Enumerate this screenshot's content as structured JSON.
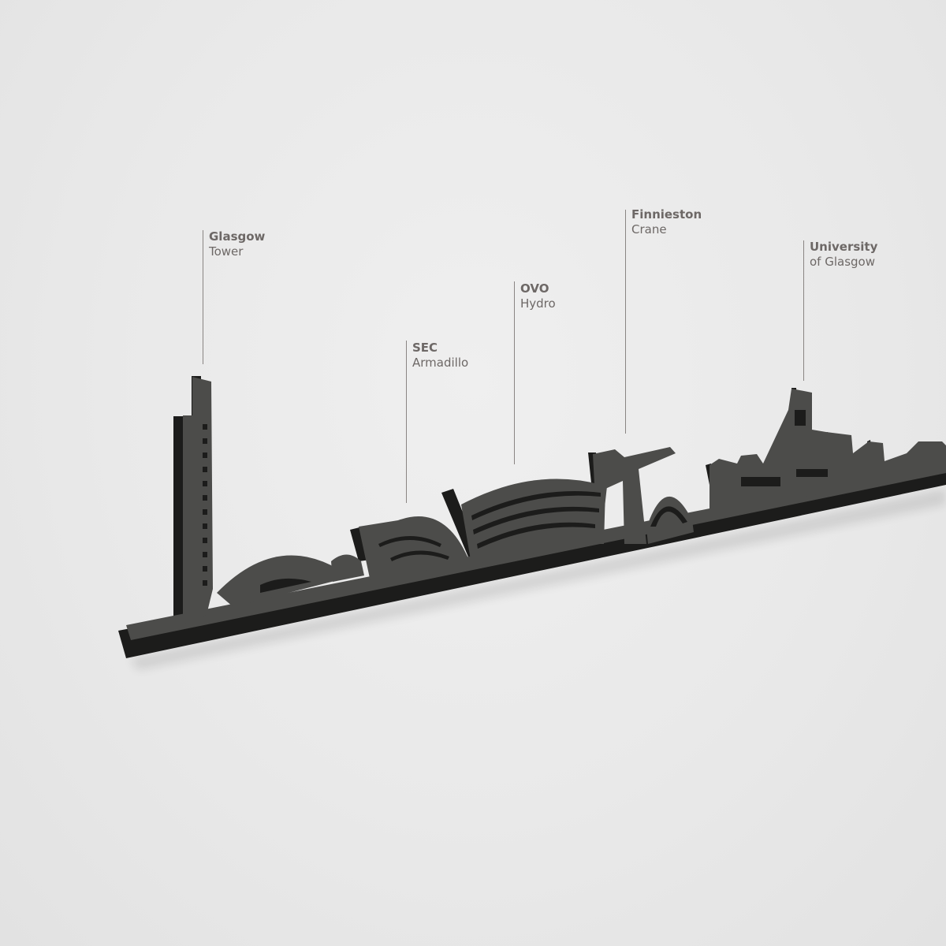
{
  "landmarks": [
    {
      "name": "Glasgow",
      "sub": "Tower"
    },
    {
      "name": "SEC",
      "sub": "Armadillo"
    },
    {
      "name": "OVO",
      "sub": "Hydro"
    },
    {
      "name": "Finnieston",
      "sub": "Crane"
    },
    {
      "name": "University",
      "sub": "of Glasgow"
    }
  ],
  "colors": {
    "background": "#ebebeb",
    "silhouette_face": "#4c4c4a",
    "silhouette_side": "#1c1c1b",
    "label_text": "#6d6866",
    "leader_line": "#8a8583"
  }
}
